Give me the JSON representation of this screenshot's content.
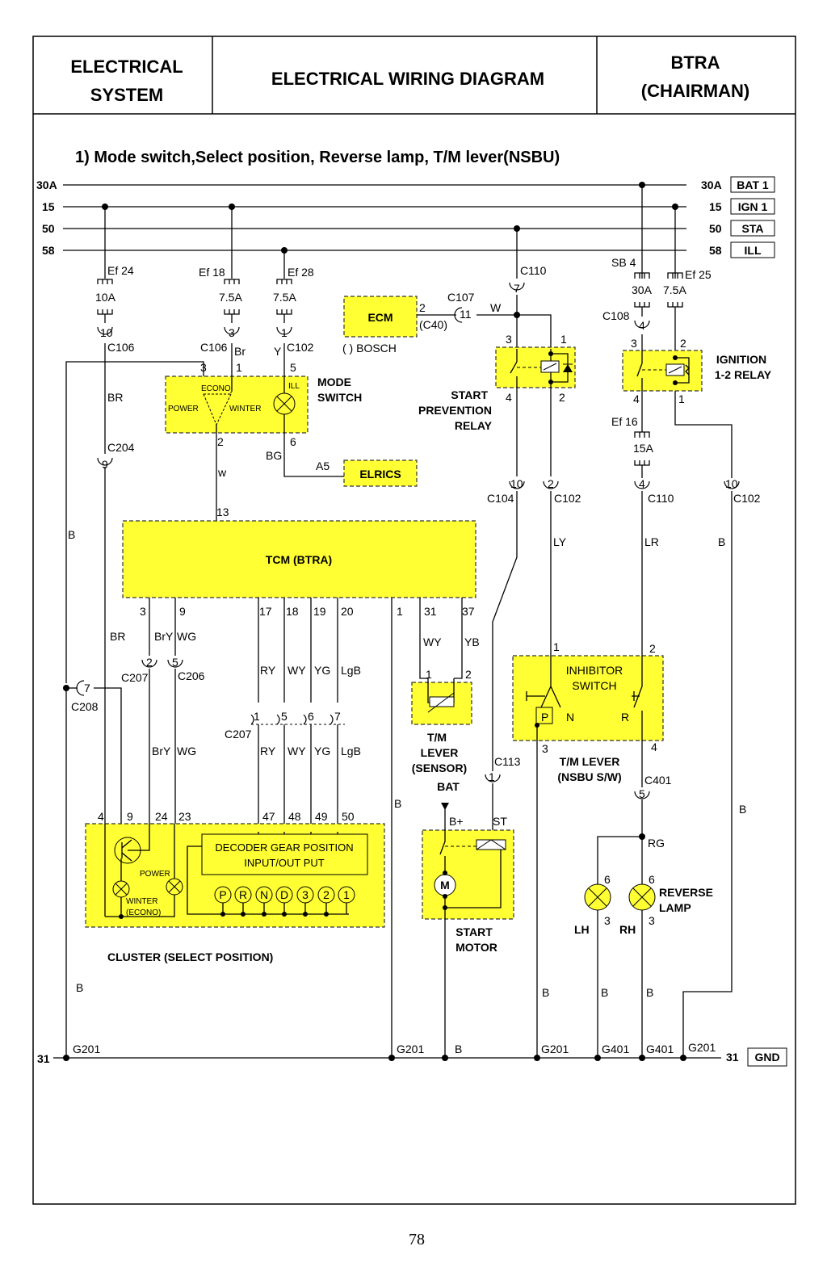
{
  "header": {
    "system": [
      "ELECTRICAL",
      "SYSTEM"
    ],
    "title": "ELECTRICAL WIRING DIAGRAM",
    "model": [
      "BTRA",
      "(CHAIRMAN)"
    ]
  },
  "section_title": "1)  Mode switch,Select position, Reverse lamp, T/M  lever(NSBU)",
  "page_number": "78",
  "rails": {
    "r30": {
      "left": "30A",
      "right": "30A",
      "tag": "BAT 1"
    },
    "r15": {
      "left": "15",
      "right": "15",
      "tag": "IGN 1"
    },
    "r50": {
      "left": "50",
      "right": "50",
      "tag": "STA"
    },
    "r58": {
      "left": "58",
      "right": "58",
      "tag": "ILL"
    },
    "gnd": {
      "left": "31",
      "right": "31",
      "tag": "GND"
    }
  },
  "fuses": {
    "ef24": {
      "name": "Ef 24",
      "rating": "10A"
    },
    "ef18": {
      "name": "Ef 18",
      "rating": "7.5A"
    },
    "ef28": {
      "name": "Ef 28",
      "rating": "7.5A"
    },
    "sb4": {
      "name": "SB 4",
      "rating": "30A"
    },
    "ef25": {
      "name": "Ef 25",
      "rating": "7.5A"
    },
    "ef16": {
      "name": "Ef 16",
      "rating": "15A"
    }
  },
  "components": {
    "ecm": "ECM",
    "ecm_note": "( ) BOSCH",
    "ecm_pin": "2",
    "ecm_c40": "(C40)",
    "elrics": "ELRICS",
    "elrics_pin": "A5",
    "tcm": "TCM (BTRA)",
    "mode_switch": [
      "MODE",
      "SWITCH"
    ],
    "mode_econo": "ECONO",
    "mode_power": "POWER",
    "mode_winter": "WINTER",
    "mode_ill": "ILL",
    "start_relay": [
      "START",
      "PREVENTION",
      "RELAY"
    ],
    "ign_relay": [
      "IGNITION",
      "1-2 RELAY"
    ],
    "inhibitor": [
      "INHIBITOR",
      "SWITCH"
    ],
    "inh_p": "P",
    "inh_n": "N",
    "inh_r": "R",
    "tm_lever_sw": [
      "T/M LEVER",
      "(NSBU S/W)"
    ],
    "tm_lever_sensor": [
      "T/M",
      "LEVER",
      "(SENSOR)"
    ],
    "start_motor": [
      "START",
      "MOTOR"
    ],
    "bat": "BAT",
    "bplus": "B+",
    "st": "ST",
    "motor_m": "M",
    "decoder": [
      "DECODER GEAR POSITION",
      "INPUT/OUT PUT"
    ],
    "gears": [
      "P",
      "R",
      "N",
      "D",
      "3",
      "2",
      "1"
    ],
    "cluster": "CLUSTER (SELECT POSITION)",
    "cl_power": "POWER",
    "cl_winter": "WINTER",
    "cl_econo": "(ECONO)",
    "reverse_lamp": [
      "REVERSE",
      "LAMP"
    ],
    "lh": "LH",
    "rh": "RH"
  },
  "connectors": {
    "c106a": "C106",
    "c106a_pin": "10",
    "c106b": "C106",
    "c106b_pin": "3",
    "c102a": "C102",
    "c102a_pin": "1",
    "c110a": "C110",
    "c110a_pin": "7",
    "c107": "C107",
    "c107_pin": "11",
    "c108": "C108",
    "c108_pin": "4",
    "c204": "C204",
    "c204_pin": "9",
    "c104": "C104",
    "c104_pin": "10",
    "c102b": "C102",
    "c102b_pin": "2",
    "c110b": "C110",
    "c110b_pin": "4",
    "c102c": "C102",
    "c102c_pin": "10",
    "c207a": "C207",
    "c207a_pin": "2",
    "c206": "C206",
    "c206_pin": "5",
    "c208": "C208",
    "c208_pin": "7",
    "c207b": "C207",
    "c207b_pins": [
      "1",
      "5",
      "6",
      "7"
    ],
    "c113": "C113",
    "c113_pin": "1",
    "c401": "C401",
    "c401_pin": "5"
  },
  "wires": {
    "br": "BR",
    "br2": "Br",
    "y": "Y",
    "w": "W",
    "w_small": "w",
    "bg": "BG",
    "b": "B",
    "ly": "LY",
    "lr": "LR",
    "bry": "BrY",
    "wg": "WG",
    "ry": "RY",
    "wy": "WY",
    "yg": "YG",
    "lgb": "LgB",
    "yb": "YB",
    "rg": "RG"
  },
  "pins": {
    "ms3": "3",
    "ms1": "1",
    "ms5": "5",
    "ms2": "2",
    "ms6": "6",
    "tcm13": "13",
    "spr3": "3",
    "spr1": "1",
    "spr4": "4",
    "spr2": "2",
    "ir3": "3",
    "ir2": "2",
    "ir4": "4",
    "ir1": "1",
    "tcm_bottom": [
      "3",
      "9",
      "17",
      "18",
      "19",
      "20",
      "1",
      "31",
      "37"
    ],
    "sensor1": "1",
    "sensor2": "2",
    "inh1": "1",
    "inh2": "2",
    "inh3": "3",
    "inh4": "4",
    "cluster_top": [
      "4",
      "9",
      "24",
      "23",
      "47",
      "48",
      "49",
      "50"
    ],
    "lamp6a": "6",
    "lamp6b": "6",
    "lamp3a": "3",
    "lamp3b": "3"
  },
  "grounds": {
    "g201": "G201",
    "g401": "G401",
    "b": "B"
  }
}
